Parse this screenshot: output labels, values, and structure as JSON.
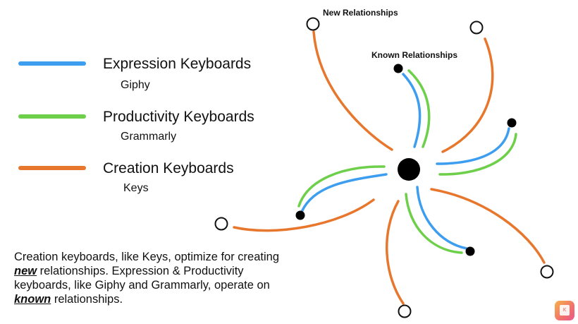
{
  "colors": {
    "expression": "#3d9ef0",
    "productivity": "#6dcf4a",
    "creation": "#e8772e",
    "node": "#000000"
  },
  "legend": [
    {
      "title": "Expression Keyboards",
      "example": "Giphy",
      "color_key": "expression"
    },
    {
      "title": "Productivity Keyboards",
      "example": "Grammarly",
      "color_key": "productivity"
    },
    {
      "title": "Creation Keyboards",
      "example": "Keys",
      "color_key": "creation"
    }
  ],
  "diagram": {
    "new_label": "New Relationships",
    "known_label": "Known Relationships"
  },
  "caption": {
    "p1": "Creation keyboards, like Keys, optimize for creating ",
    "new_word": "new",
    "p2": " relationships. Expression & Productivity keyboards, like Giphy and Grammarly, operate on ",
    "known_word": "known",
    "p3": " relationships."
  },
  "badge": {
    "icon": "keys-app-icon",
    "letter": "K"
  }
}
